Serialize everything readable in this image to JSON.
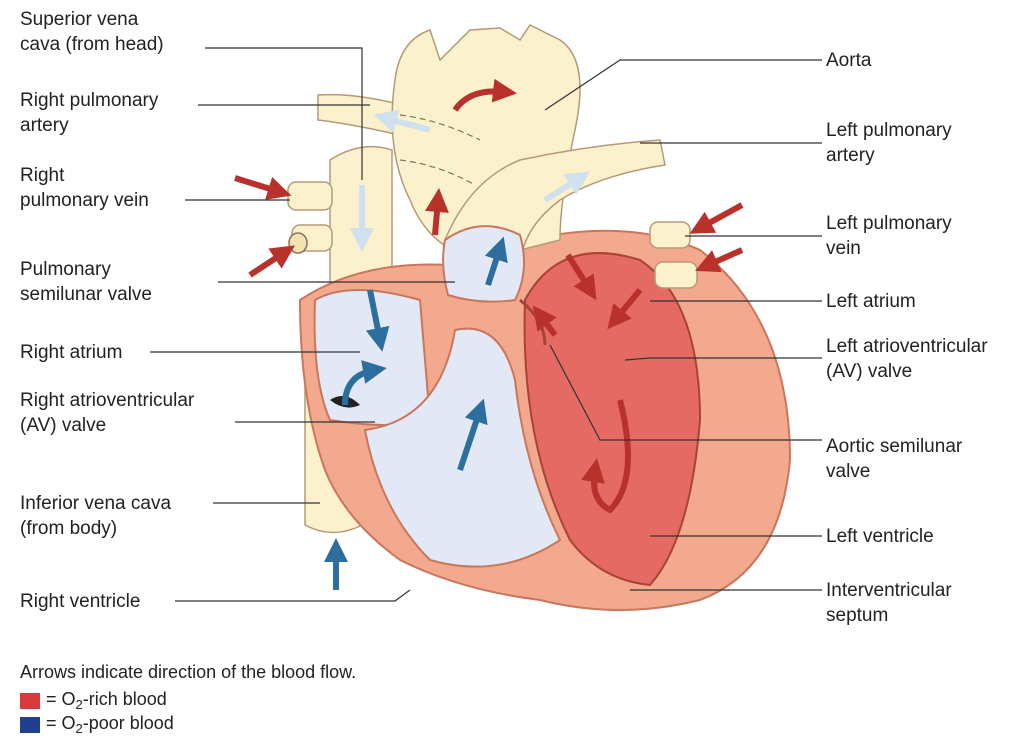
{
  "labels": {
    "superior_vena_cava": "Superior vena\ncava (from head)",
    "right_pulmonary_artery": "Right pulmonary\nartery",
    "right_pulmonary_vein": "Right\npulmonary vein",
    "pulmonary_semilunar_valve": "Pulmonary\nsemilunar valve",
    "right_atrium": "Right atrium",
    "right_av_valve": "Right atrioventricular\n(AV) valve",
    "inferior_vena_cava": "Inferior vena cava\n(from body)",
    "right_ventricle": "Right ventricle",
    "aorta": "Aorta",
    "left_pulmonary_artery": "Left pulmonary\nartery",
    "left_pulmonary_vein": "Left pulmonary\nvein",
    "left_atrium": "Left atrium",
    "left_av_valve": "Left atrioventricular\n(AV) valve",
    "aortic_semilunar_valve": "Aortic semilunar\nvalve",
    "left_ventricle": "Left ventricle",
    "interventricular_septum": "Interventricular\nseptum"
  },
  "legend": {
    "caption": "Arrows indicate direction of the blood flow.",
    "rich_prefix": "= O",
    "rich_sub": "2",
    "rich_suffix": "-rich blood",
    "poor_prefix": "= O",
    "poor_sub": "2",
    "poor_suffix": "-poor blood",
    "rich_color": "#d63a3a",
    "poor_color": "#1f3f8f"
  },
  "colors": {
    "oxygen_rich_arrow": "#b8322b",
    "oxygen_poor_arrow": "#2c6e9e",
    "vessel_fill": "#fbf1cc",
    "heart_wall": "#f2a98e",
    "left_chamber": "#e46a63",
    "right_chamber": "#e3e8f6"
  }
}
